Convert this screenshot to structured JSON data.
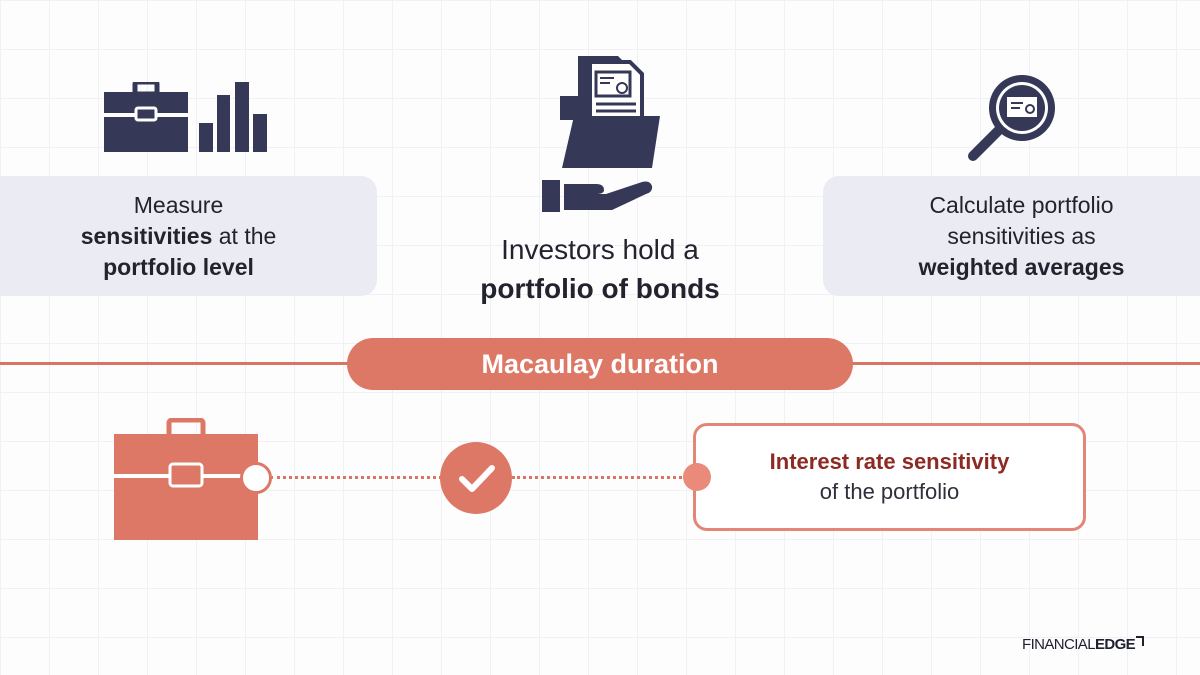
{
  "left_box": {
    "line1": "Measure",
    "line2_bold": "sensitivities",
    "line2_rest": " at the",
    "line3_bold": "portfolio level"
  },
  "center": {
    "line1": "Investors hold a",
    "line2_bold": "portfolio of bonds"
  },
  "right_box": {
    "line1": "Calculate portfolio",
    "line2": "sensitivities as",
    "line3_bold": "weighted averages"
  },
  "banner": {
    "label": "Macaulay duration"
  },
  "result": {
    "title": "Interest rate sensitivity",
    "subtitle": "of the portfolio"
  },
  "logo": {
    "part1": "FINANCIAL",
    "part2": "EDGE"
  },
  "icons": [
    "briefcase-icon",
    "bar-chart-icon",
    "documents-folder-icon",
    "hand-icon",
    "magnifier-certificate-icon",
    "checkmark-icon"
  ],
  "colors": {
    "navy": "#353856",
    "coral": "#de7866",
    "dark_red": "#8c2a23",
    "panel": "#ebebf3"
  }
}
